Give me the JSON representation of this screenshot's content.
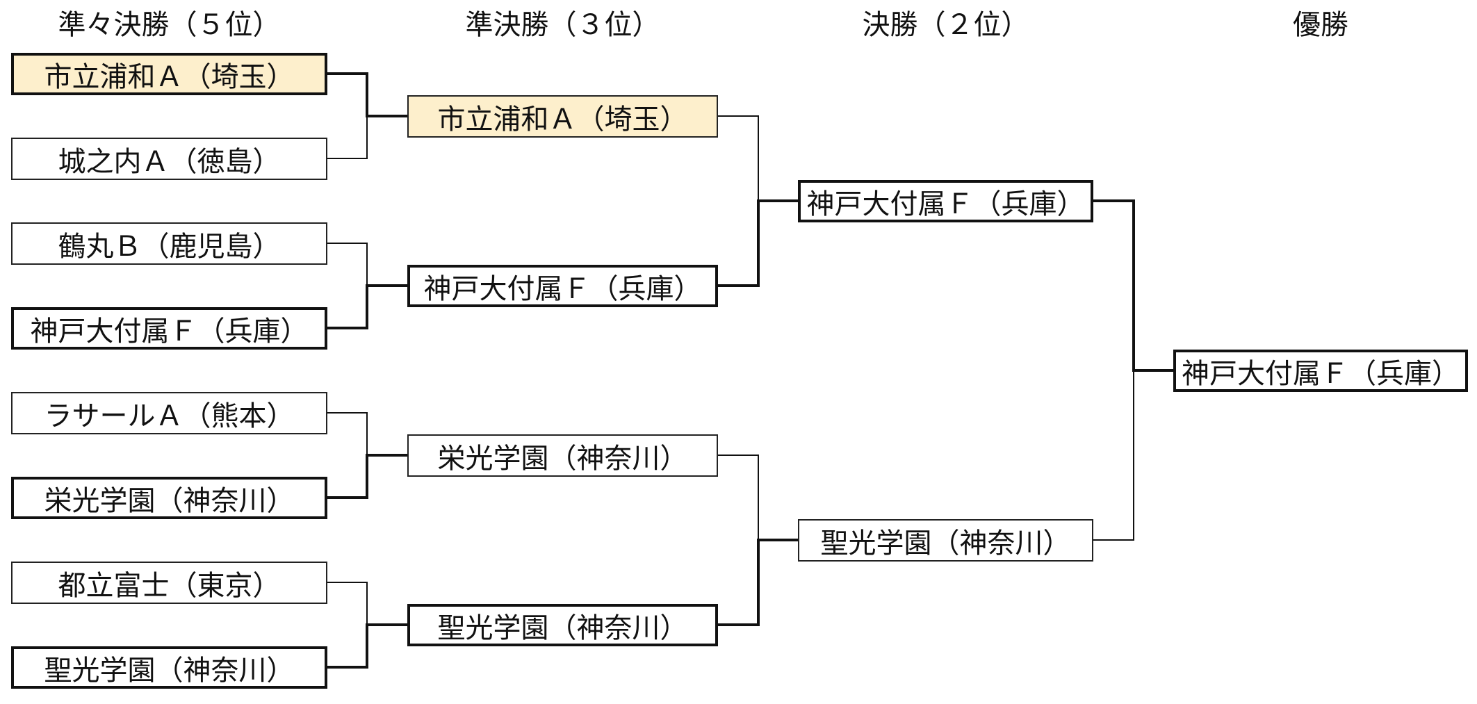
{
  "headers": {
    "qf": "準々決勝（５位）",
    "sf": "準決勝（３位）",
    "f": "決勝（２位）",
    "champ": "優勝"
  },
  "quarterfinals": [
    "市立浦和Ａ（埼玉）",
    "城之内Ａ（徳島）",
    "鶴丸Ｂ（鹿児島）",
    "神戸大付属Ｆ（兵庫）",
    "ラサールＡ（熊本）",
    "栄光学園（神奈川）",
    "都立富士（東京）",
    "聖光学園（神奈川）"
  ],
  "semifinals": [
    "市立浦和Ａ（埼玉）",
    "神戸大付属Ｆ（兵庫）",
    "栄光学園（神奈川）",
    "聖光学園（神奈川）"
  ],
  "final": [
    "神戸大付属Ｆ（兵庫）",
    "聖光学園（神奈川）"
  ],
  "champion": "神戸大付属Ｆ（兵庫）",
  "highlight_color": "#fdefcc"
}
